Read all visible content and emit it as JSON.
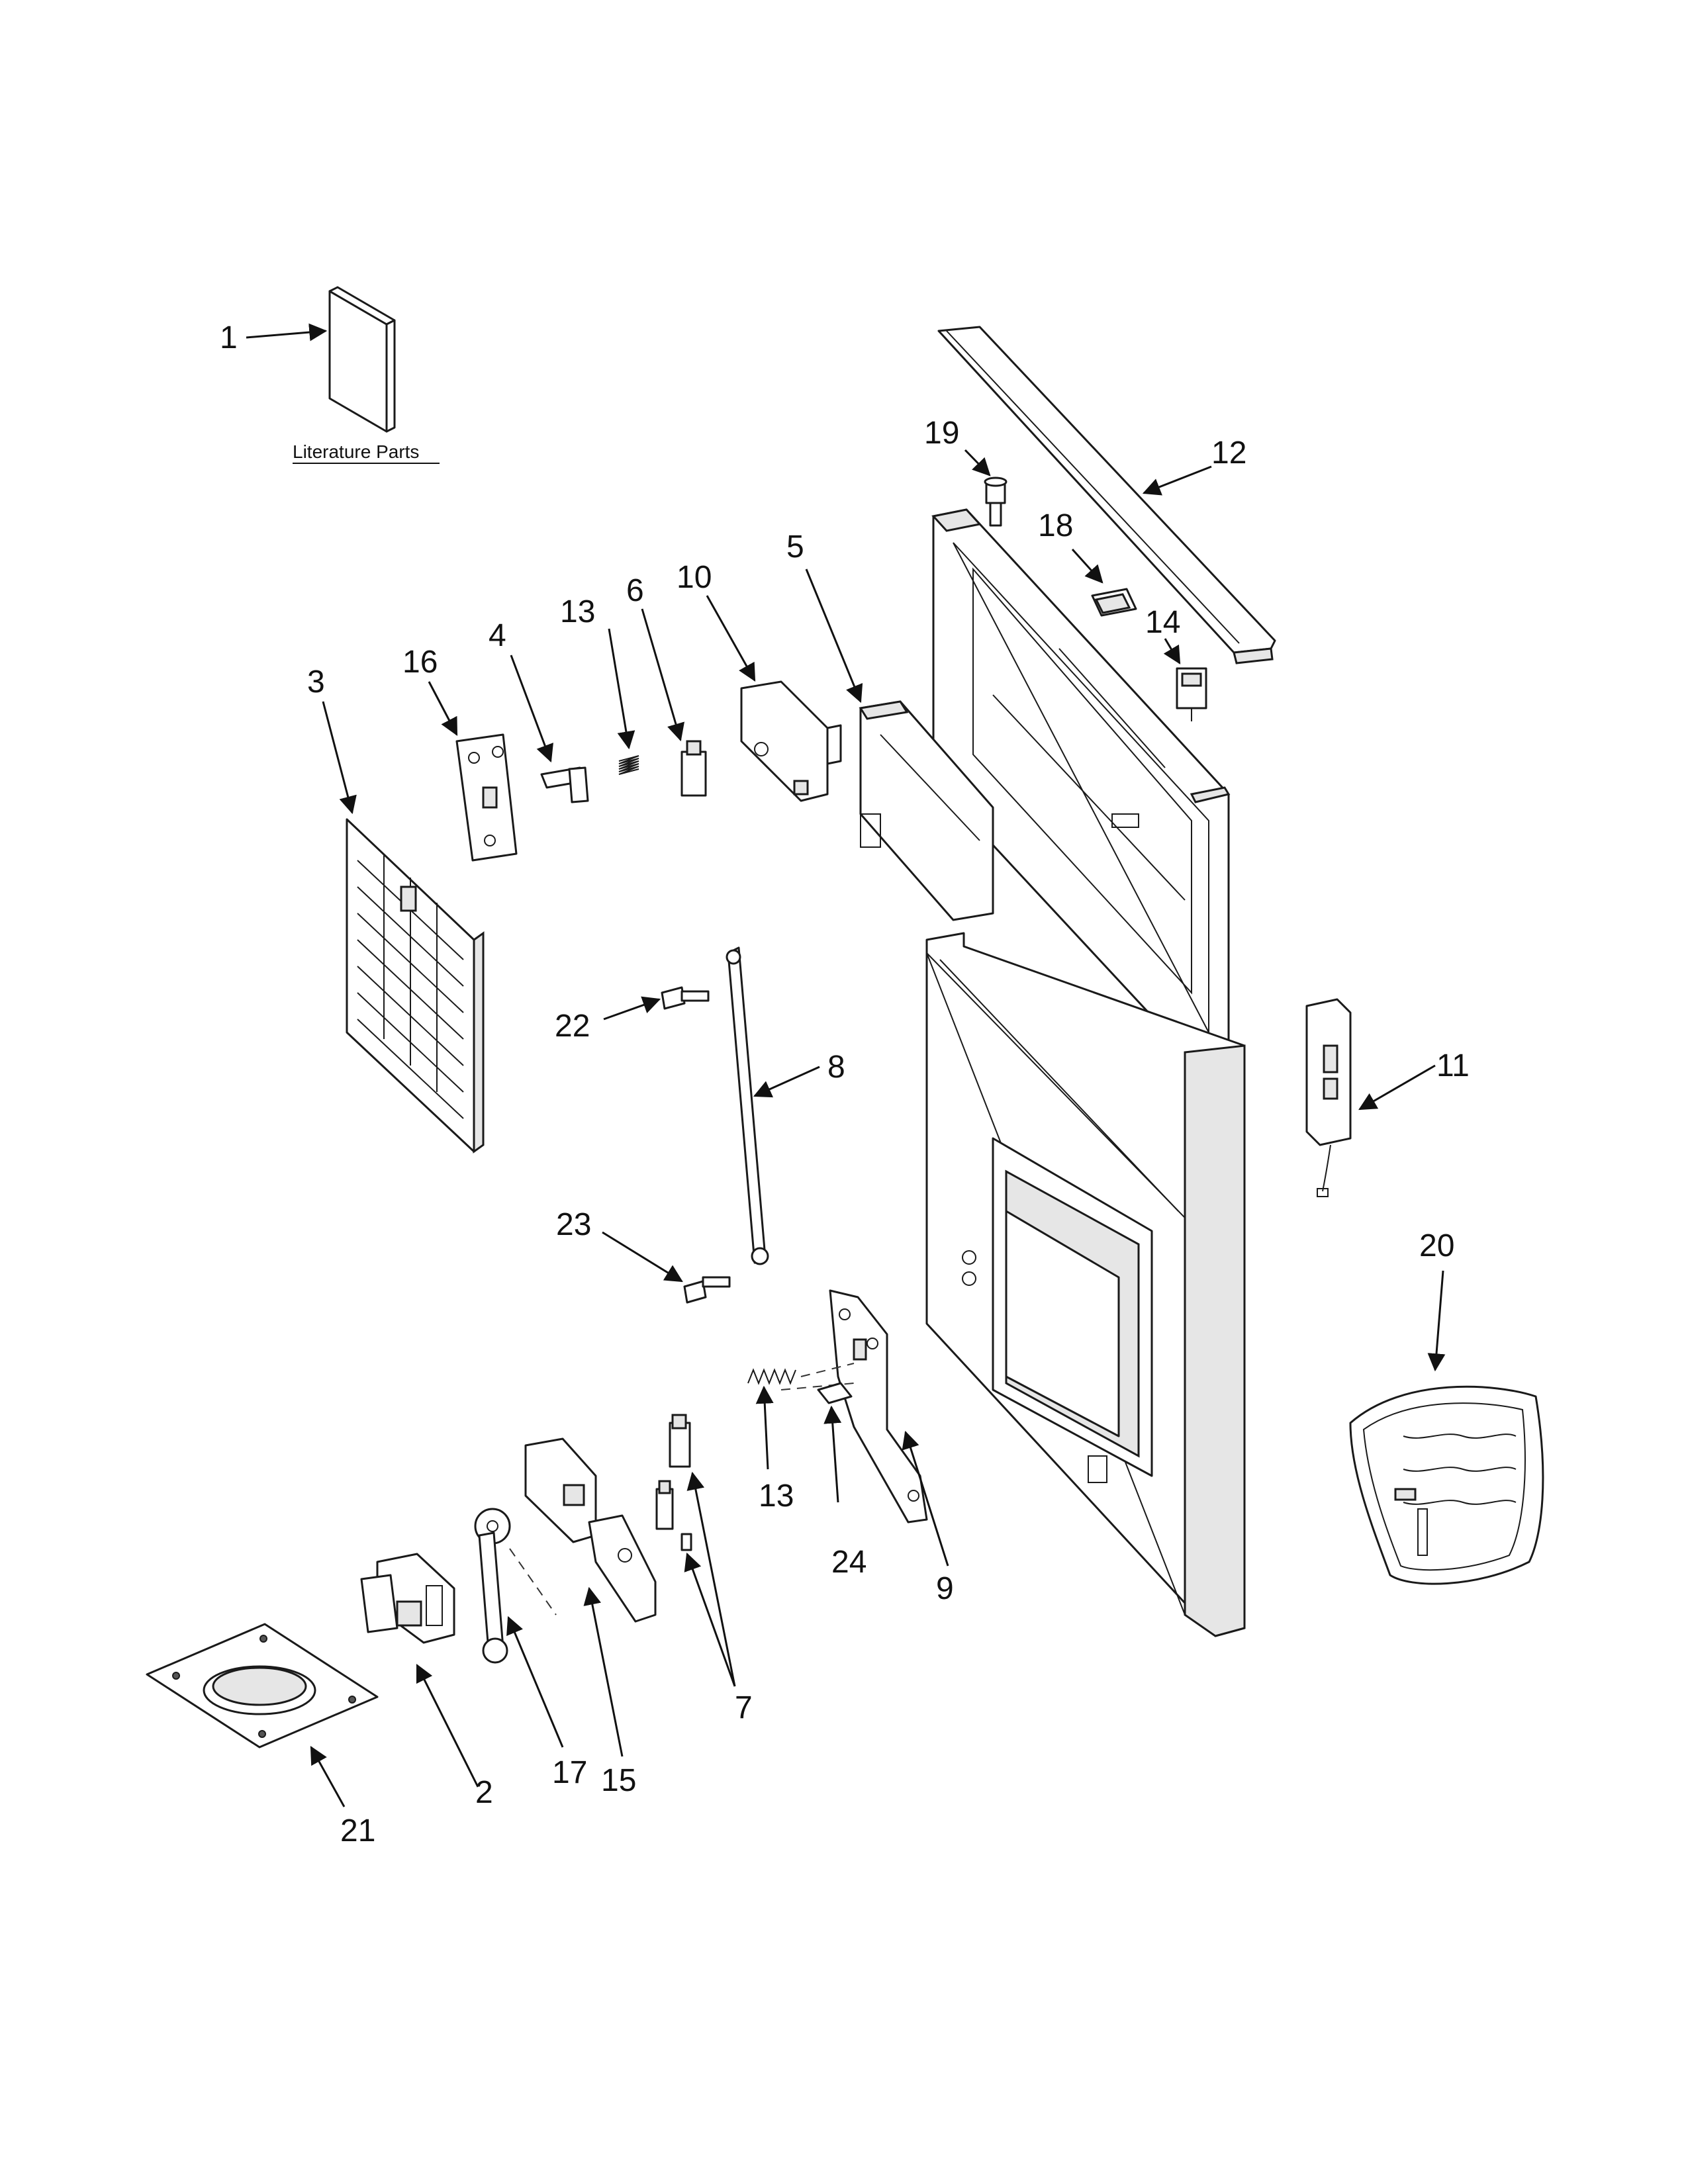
{
  "caption": "Literature Parts",
  "callouts": [
    {
      "id": "1",
      "label": "1"
    },
    {
      "id": "2",
      "label": "2"
    },
    {
      "id": "3",
      "label": "3"
    },
    {
      "id": "4",
      "label": "4"
    },
    {
      "id": "5",
      "label": "5"
    },
    {
      "id": "6",
      "label": "6"
    },
    {
      "id": "7",
      "label": "7"
    },
    {
      "id": "8",
      "label": "8"
    },
    {
      "id": "9",
      "label": "9"
    },
    {
      "id": "10",
      "label": "10"
    },
    {
      "id": "11",
      "label": "11"
    },
    {
      "id": "12",
      "label": "12"
    },
    {
      "id": "13a",
      "label": "13"
    },
    {
      "id": "13b",
      "label": "13"
    },
    {
      "id": "14",
      "label": "14"
    },
    {
      "id": "15",
      "label": "15"
    },
    {
      "id": "16",
      "label": "16"
    },
    {
      "id": "17",
      "label": "17"
    },
    {
      "id": "18",
      "label": "18"
    },
    {
      "id": "19",
      "label": "19"
    },
    {
      "id": "20",
      "label": "20"
    },
    {
      "id": "21",
      "label": "21"
    },
    {
      "id": "22",
      "label": "22"
    },
    {
      "id": "23",
      "label": "23"
    },
    {
      "id": "24",
      "label": "24"
    }
  ]
}
